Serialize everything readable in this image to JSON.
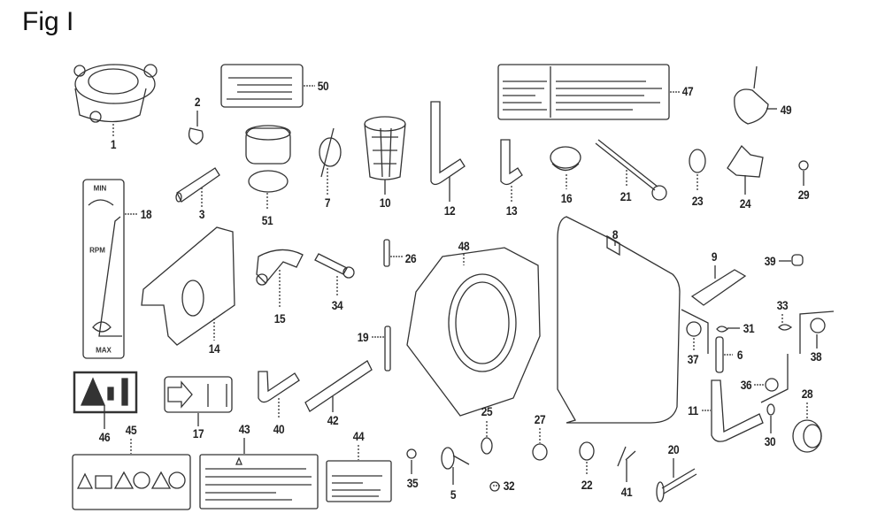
{
  "title": "Fig I",
  "parts": {
    "p1": "1",
    "p2": "2",
    "p3": "3",
    "p5": "5",
    "p6": "6",
    "p7": "7",
    "p8": "8",
    "p9": "9",
    "p10": "10",
    "p11": "11",
    "p12": "12",
    "p13": "13",
    "p14": "14",
    "p15": "15",
    "p16": "16",
    "p17": "17",
    "p18": "18",
    "p19": "19",
    "p20": "20",
    "p21": "21",
    "p22": "22",
    "p23": "23",
    "p24": "24",
    "p25": "25",
    "p26": "26",
    "p27": "27",
    "p28": "28",
    "p29": "29",
    "p30": "30",
    "p31": "31",
    "p32": "32",
    "p33": "33",
    "p34": "34",
    "p35": "35",
    "p36": "36",
    "p37": "37",
    "p38": "38",
    "p39": "39",
    "p40": "40",
    "p41": "41",
    "p42": "42",
    "p43": "43",
    "p44": "44",
    "p45": "45",
    "p46": "46",
    "p47": "47",
    "p48": "48",
    "p49": "49",
    "p50": "50",
    "p51": "51"
  },
  "sticker_18": {
    "min": "MIN",
    "rpm": "RPM",
    "max": "MAX"
  }
}
